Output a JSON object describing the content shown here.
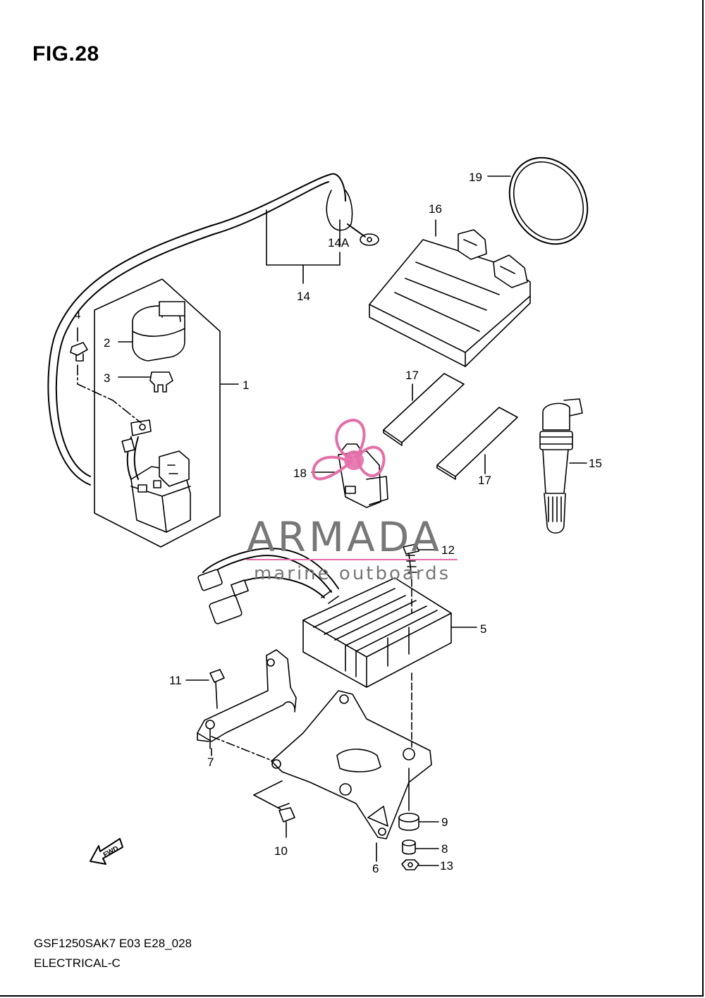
{
  "figure": {
    "title": "FIG.28"
  },
  "footer": {
    "model_code": "GSF1250SAK7 E03 E28_028",
    "section_name": "ELECTRICAL-C"
  },
  "watermark": {
    "brand": "ARMADA",
    "tagline": "marine outboards",
    "logo_color": "#e46fa8",
    "text_color": "#777777"
  },
  "fwd_arrow": {
    "label": "FWD"
  },
  "callouts": [
    {
      "id": "1",
      "part": "starter-relay-assembly"
    },
    {
      "id": "2",
      "part": "relay-cover"
    },
    {
      "id": "3",
      "part": "fuse"
    },
    {
      "id": "4",
      "part": "screw"
    },
    {
      "id": "5",
      "part": "regulator-rectifier"
    },
    {
      "id": "6",
      "part": "regulator-bracket"
    },
    {
      "id": "7",
      "part": "bracket"
    },
    {
      "id": "8",
      "part": "collar"
    },
    {
      "id": "9",
      "part": "cushion"
    },
    {
      "id": "10",
      "part": "bolt"
    },
    {
      "id": "11",
      "part": "bolt"
    },
    {
      "id": "12",
      "part": "bolt"
    },
    {
      "id": "13",
      "part": "nut"
    },
    {
      "id": "14",
      "part": "battery-cable"
    },
    {
      "id": "14A",
      "part": "cable-terminal"
    },
    {
      "id": "15",
      "part": "ignition-coil"
    },
    {
      "id": "16",
      "part": "ecm"
    },
    {
      "id": "17",
      "part": "cushion-strip"
    },
    {
      "id": "18",
      "part": "sensor"
    },
    {
      "id": "19",
      "part": "band"
    }
  ]
}
